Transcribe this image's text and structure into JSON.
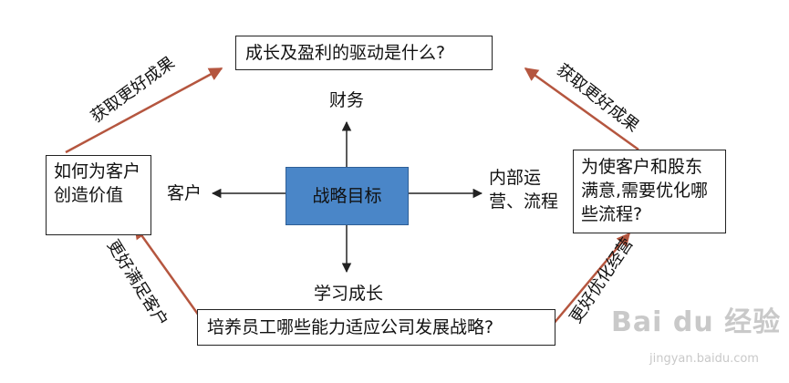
{
  "center": {
    "label": "战略目标",
    "fill": "#4a86c8"
  },
  "top_question": "成长及盈利的驱动是什么?",
  "left_question": "如何为客户创造价值",
  "right_question": "为使客户和股东满意,需要优化哪些流程?",
  "bottom_question": "培养员工哪些能力适应公司发展战略?",
  "axes": {
    "top": "财务",
    "left": "客户",
    "right": "内部运营、流程",
    "bottom": "学习成长"
  },
  "curved_labels": {
    "upper_left": "获取更好成果",
    "upper_right": "获取更好成果",
    "lower_left": "更好满足客户",
    "lower_right": "更好优化经营"
  },
  "colors": {
    "curve_arrow": "#b5563f",
    "axis_arrow": "#222222"
  },
  "watermark": {
    "logo": "Bai du 经验",
    "url": "jingyan.baidu.com"
  }
}
